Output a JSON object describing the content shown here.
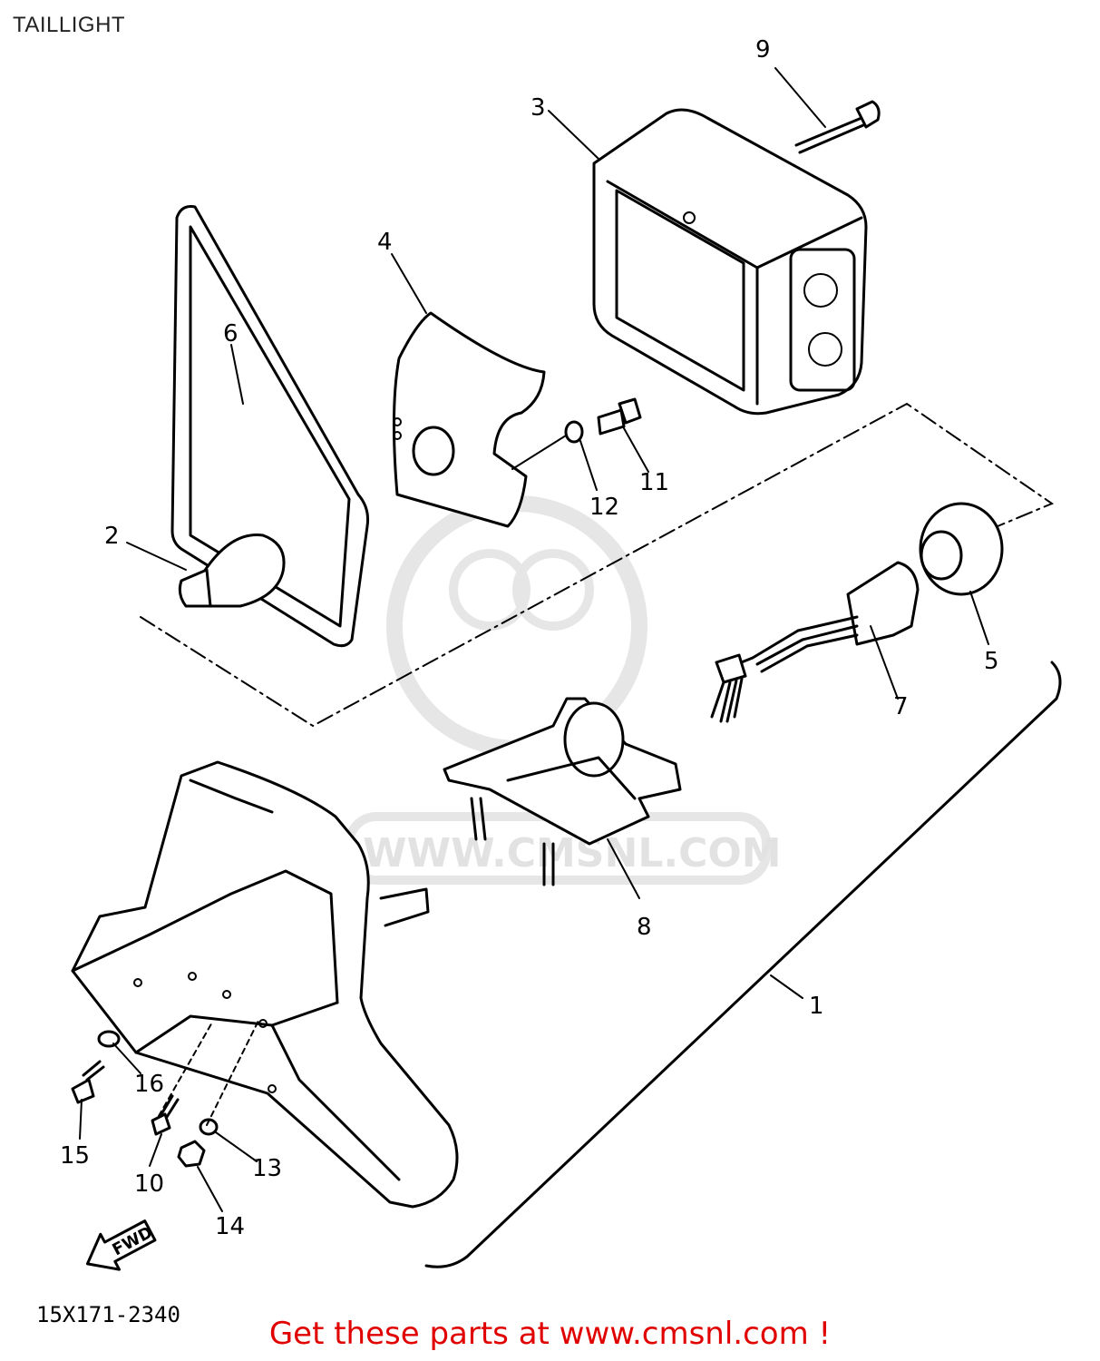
{
  "title": "TAILLIGHT",
  "drawing_code": "15X171-2340",
  "fwd_label": "FWD",
  "watermark": "WWW.CMSNL.COM",
  "promo": "Get these parts at www.cmsnl.com !",
  "callouts": [
    {
      "id": "1",
      "label": "1"
    },
    {
      "id": "2",
      "label": "2"
    },
    {
      "id": "3",
      "label": "3"
    },
    {
      "id": "4",
      "label": "4"
    },
    {
      "id": "5",
      "label": "5"
    },
    {
      "id": "6",
      "label": "6"
    },
    {
      "id": "7",
      "label": "7"
    },
    {
      "id": "8",
      "label": "8"
    },
    {
      "id": "9",
      "label": "9"
    },
    {
      "id": "10",
      "label": "10"
    },
    {
      "id": "11",
      "label": "11"
    },
    {
      "id": "12",
      "label": "12"
    },
    {
      "id": "13",
      "label": "13"
    },
    {
      "id": "14",
      "label": "14"
    },
    {
      "id": "15",
      "label": "15"
    },
    {
      "id": "16",
      "label": "16"
    }
  ]
}
